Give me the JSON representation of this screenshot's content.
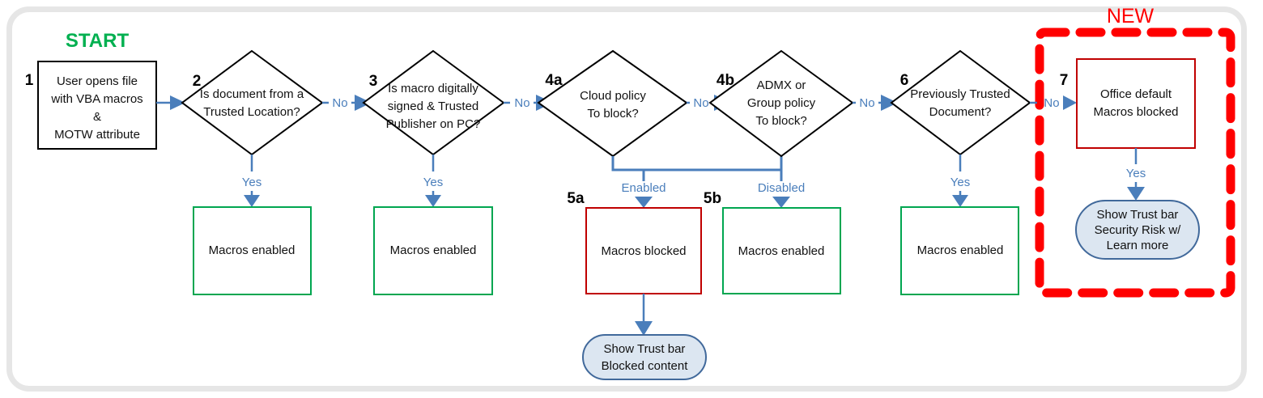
{
  "diagram": {
    "title_start": "START",
    "badge_new": "NEW",
    "accent_blue": "#4a7ebb",
    "accent_green": "#00b050",
    "accent_red": "#ff0000",
    "terminal_fill": "#dce6f1",
    "frame_color": "#e6e6e6"
  },
  "nodes": {
    "n1": {
      "number": "1",
      "kind": "process",
      "border": "#000000",
      "lines": [
        "User opens file",
        "with VBA macros",
        "&",
        "MOTW attribute"
      ]
    },
    "n2": {
      "number": "2",
      "kind": "decision",
      "lines": [
        "Is document from a",
        "Trusted Location?"
      ]
    },
    "n2yes": {
      "number": "",
      "kind": "process",
      "border": "#00a650",
      "lines": [
        "Macros enabled"
      ]
    },
    "n3": {
      "number": "3",
      "kind": "decision",
      "lines": [
        "Is macro digitally",
        "signed & Trusted",
        "Publisher on PC?"
      ]
    },
    "n3yes": {
      "number": "",
      "kind": "process",
      "border": "#00a650",
      "lines": [
        "Macros enabled"
      ]
    },
    "n4a": {
      "number": "4a",
      "kind": "decision",
      "lines": [
        "Cloud policy",
        "To block?"
      ]
    },
    "n4b": {
      "number": "4b",
      "kind": "decision",
      "lines": [
        "ADMX or",
        "Group policy",
        "To block?"
      ]
    },
    "n5a": {
      "number": "5a",
      "kind": "process",
      "border": "#c00000",
      "lines": [
        "Macros blocked"
      ]
    },
    "n5b": {
      "number": "5b",
      "kind": "process",
      "border": "#00a650",
      "lines": [
        "Macros enabled"
      ]
    },
    "n5a_term": {
      "kind": "terminator",
      "lines": [
        "Show Trust bar",
        "Blocked content"
      ]
    },
    "n6": {
      "number": "6",
      "kind": "decision",
      "lines": [
        "Previously Trusted",
        "Document?"
      ]
    },
    "n6yes": {
      "number": "",
      "kind": "process",
      "border": "#00a650",
      "lines": [
        "Macros enabled"
      ]
    },
    "n7": {
      "number": "7",
      "kind": "process",
      "border": "#c00000",
      "lines": [
        "Office default",
        "Macros blocked"
      ]
    },
    "n7_term": {
      "kind": "terminator",
      "lines": [
        "Show Trust bar",
        "Security Risk w/",
        "Learn more"
      ]
    }
  },
  "edges": {
    "e_2_no": "No",
    "e_3_no": "No",
    "e_4a_no": "No",
    "e_4b_no": "No",
    "e_6_no": "No",
    "e_2_yes": "Yes",
    "e_3_yes": "Yes",
    "e_6_yes": "Yes",
    "e_7_yes": "Yes",
    "e_4_enabled": "Enabled",
    "e_4_disabled": "Disabled"
  }
}
